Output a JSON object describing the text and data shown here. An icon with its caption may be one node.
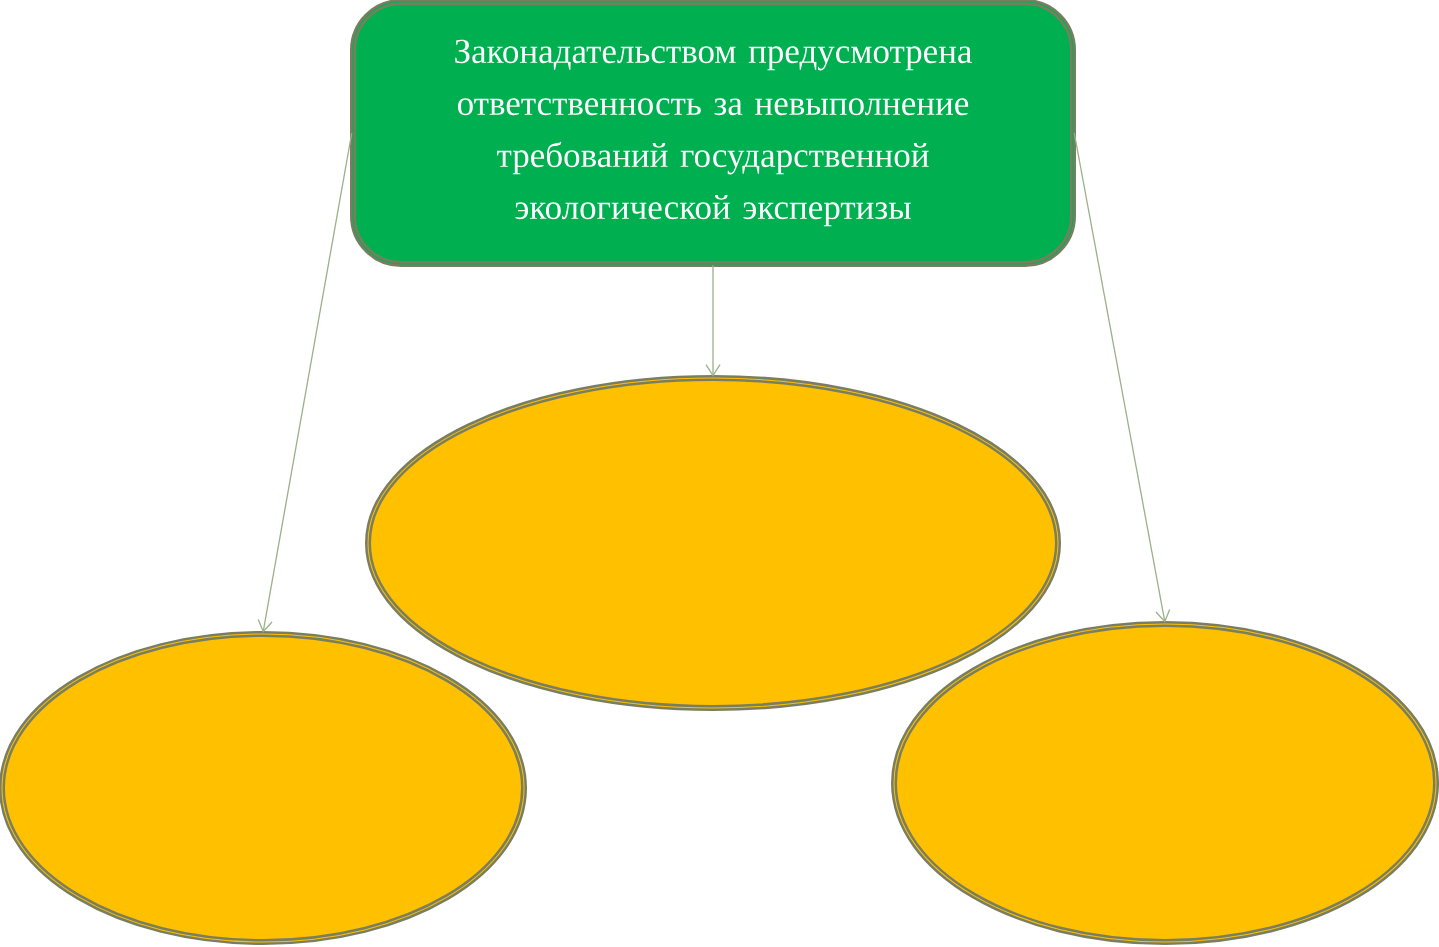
{
  "diagram": {
    "nodes": [
      {
        "text": [
          "Законадательством предусмотрена ответственность за невыполнение требований государственной экологической экспертизы"
        ]
      },
      {
        "text": [],
        "shape": "ellipse"
      },
      {
        "text": [],
        "shape": "ellipse"
      },
      {
        "text": [],
        "shape": "ellipse"
      }
    ],
    "edges": [
      {
        "from": 0,
        "to": 1,
        "arrow": "to"
      },
      {
        "from": 0,
        "to": 2,
        "arrow": "to"
      },
      {
        "from": 0,
        "to": 3,
        "arrow": "to"
      }
    ]
  }
}
